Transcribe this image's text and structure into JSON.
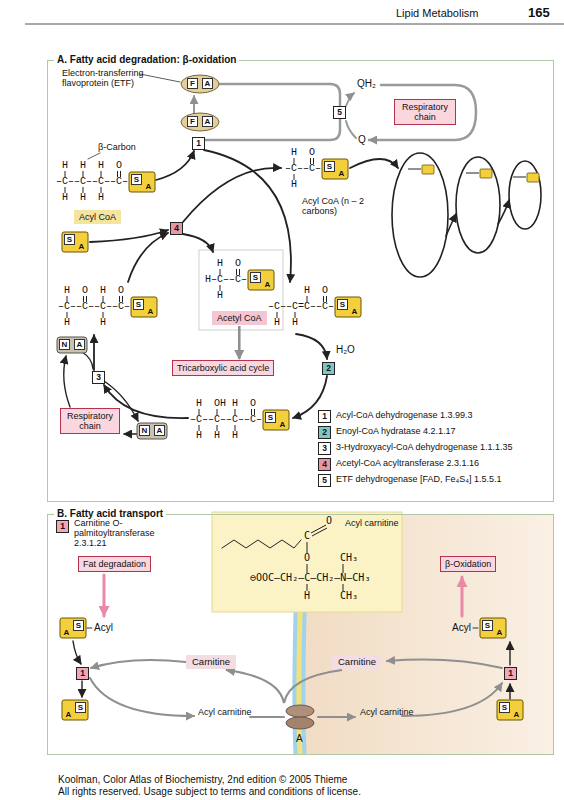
{
  "diagram": {
    "nodes": [
      {
        "text": [
          "A. Fatty acid degradation: β-oxidation"
        ]
      },
      {
        "text": [
          "Respiratory chain"
        ],
        "in": 0
      },
      {
        "text": [
          "Acyl CoA"
        ],
        "in": 0
      },
      {
        "text": [
          "Acetyl CoA"
        ],
        "in": 0
      },
      {
        "text": [
          "Tricarboxylic acid cycle"
        ],
        "in": 0
      },
      {
        "text": [
          "Respiratory chain"
        ],
        "in": 0
      },
      {
        "text": [
          "B. Fatty acid transport"
        ]
      },
      {
        "text": [
          "Fat degradation"
        ],
        "in": 6
      },
      {
        "text": [
          "β-Oxidation"
        ],
        "in": 6
      },
      {
        "text": [
          "Carnitine"
        ],
        "in": 6
      },
      {
        "text": [
          "Carnitine"
        ],
        "in": 6
      }
    ],
    "edges": [
      {
        "from": 3,
        "to": 4,
        "arrow": "to"
      },
      {
        "from": 10,
        "to": 9,
        "arrow": "to"
      }
    ],
    "labels": [
      "Lipid Metabolism",
      "165",
      "Electron-transferring flavoprotein (ETF)",
      "F",
      "A",
      "F",
      "A",
      "QH₂",
      "5",
      "Q",
      "1",
      "β-Carbon",
      "H  H  H  O",
      "–C––C––C––C–",
      "H  H  H",
      "S",
      "A",
      "H  O",
      "–C––C–",
      "H",
      "S",
      "A",
      "Acyl CoA (n – 2 carbons)",
      "S",
      "A",
      "4",
      "H  O",
      "H–C––C–",
      "H",
      "S",
      "A",
      "H  O  H  O",
      "–C––C––C––C–",
      "H     H",
      "S",
      "A",
      "H  O",
      "–C––C=C––C–",
      "H  H",
      "S",
      "A",
      "H₂O",
      "2",
      "N",
      "A",
      "3",
      "N",
      "A",
      "H  OH H  O",
      "–C––C––C––C–",
      "H  H  H",
      "S",
      "A",
      "1",
      "2",
      "3",
      "4",
      "5",
      "1",
      "Carnitine O-palmitoyltransferase 2.3.1.21",
      "Acyl carnitine",
      "O",
      "C",
      "O",
      "CH₃",
      "⊖OOC–CH₂–C–CH₂–N–CH₃",
      "H",
      "CH₃",
      "A",
      "S",
      "Acyl",
      "1",
      "A",
      "S",
      "Acyl carnitine",
      "A",
      "Acyl carnitine",
      "Acyl",
      "S",
      "A",
      "1",
      "S",
      "A",
      "Koolman, Color Atlas of Biochemistry, 2nd edition © 2005 Thieme",
      "All rights reserved. Usage subject to terms and conditions of license."
    ],
    "legend": [
      {
        "text": "Acyl-CoA dehydrogenase 1.3.99.3",
        "color": "#ffffff"
      },
      {
        "text": "Enoyl-CoA hydratase 4.2.1.17",
        "color": "#7cc6c4"
      },
      {
        "text": "3-Hydroxyacyl-CoA dehydrogenase 1.1.1.35",
        "color": "#ffffff"
      },
      {
        "text": "Acetyl-CoA acyltransferase 2.3.1.16",
        "color": "#e796a6"
      },
      {
        "text": "ETF dehydrogenase [FAD, Fe₄S₄] 1.5.5.1",
        "color": "#ffffff"
      }
    ]
  }
}
